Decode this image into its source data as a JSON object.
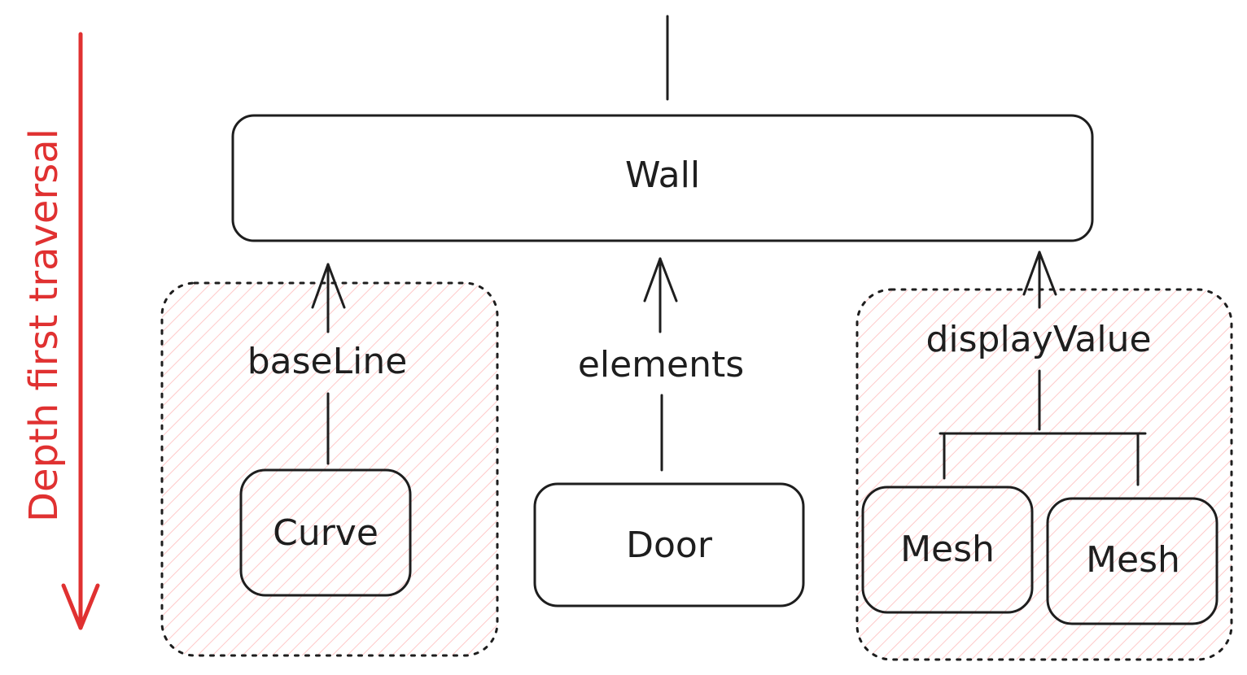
{
  "traversal": {
    "label": "Depth first traversal",
    "color": "#e03131"
  },
  "nodes": {
    "wall": "Wall",
    "curve": "Curve",
    "door": "Door",
    "mesh_1": "Mesh",
    "mesh_2": "Mesh"
  },
  "edges": {
    "baseline": "baseLine",
    "elements": "elements",
    "display_value": "displayValue"
  },
  "colors": {
    "ink": "#1e1e1e",
    "hatch": "#ffc9c9",
    "accent": "#e03131"
  }
}
